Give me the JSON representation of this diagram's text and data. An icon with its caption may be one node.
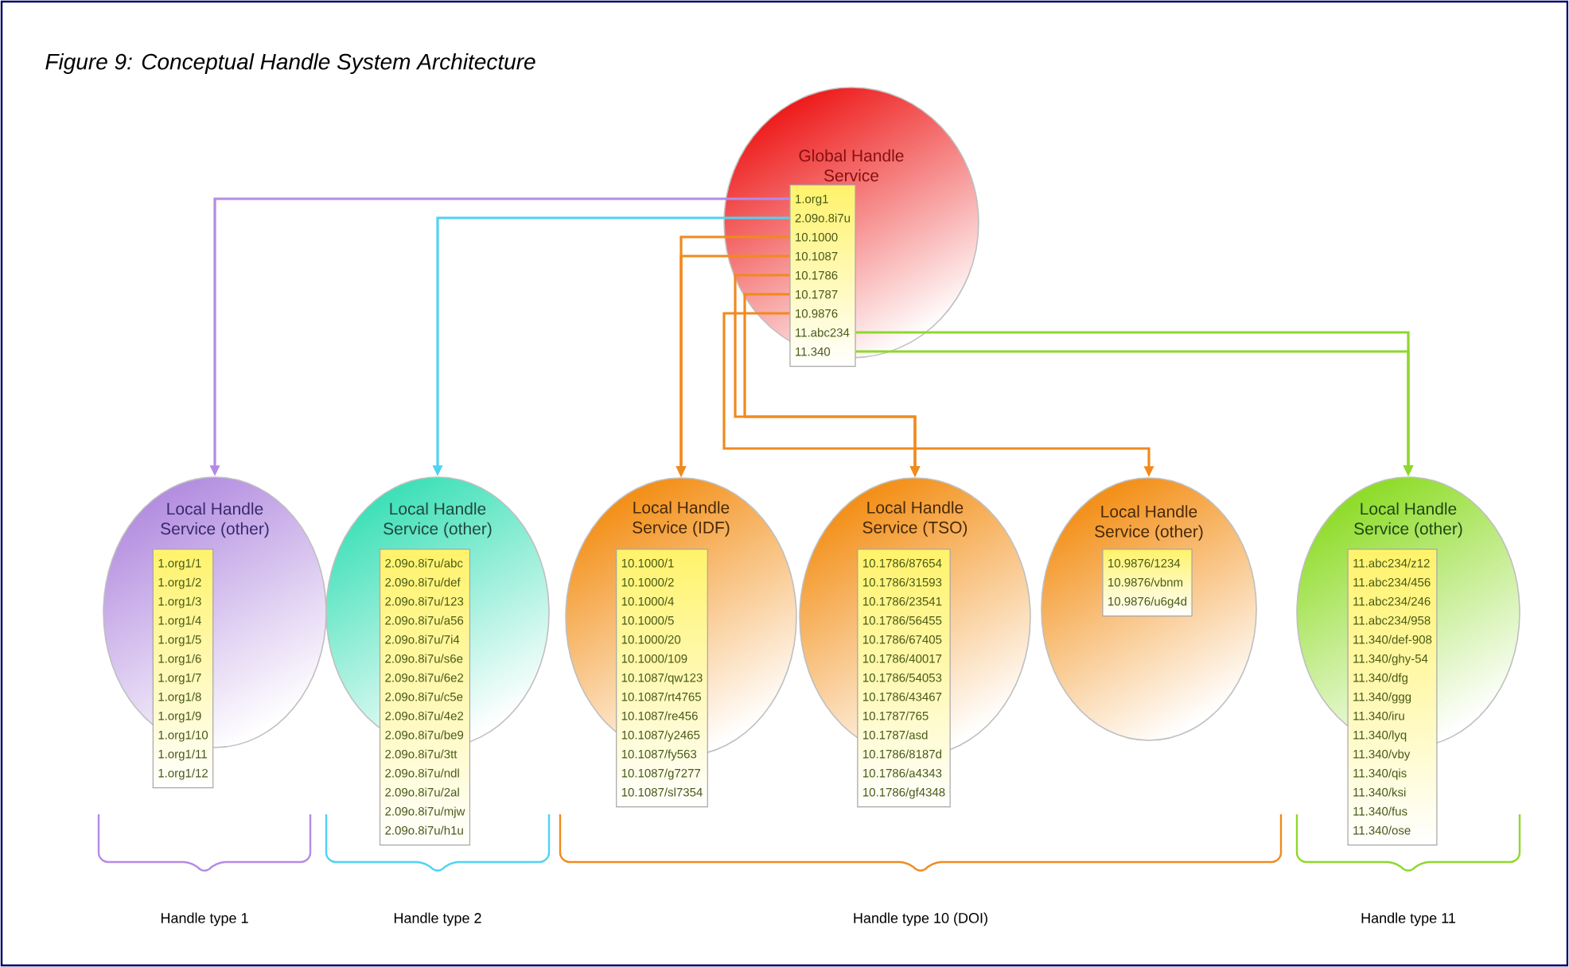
{
  "diagram": {
    "title": "Figure 9: Conceptual Handle System Architecture",
    "nodes": [
      {
        "text": [
          "Global Handle Service"
        ]
      },
      {
        "text": [
          "1.org1",
          "2.09o.8i7u",
          "10.1000",
          "10.1087",
          "10.1786",
          "10.1787",
          "10.9876",
          "11.abc234",
          "11.340"
        ],
        "in": 0
      },
      {
        "text": [
          "Local Handle Service (other)"
        ]
      },
      {
        "text": [
          "1.org1/1",
          "1.org1/2",
          "1.org1/3",
          "1.org1/4",
          "1.org1/5",
          "1.org1/6",
          "1.org1/7",
          "1.org1/8",
          "1.org1/9",
          "1.org1/10",
          "1.org1/11",
          "1.org1/12"
        ]
      },
      {
        "text": [
          "Local Handle Service (other)"
        ]
      },
      {
        "text": [
          "2.09o.8i7u/abc",
          "2.09o.8i7u/def",
          "2.09o.8i7u/123",
          "2.09o.8i7u/a56",
          "2.09o.8i7u/7i4",
          "2.09o.8i7u/s6e",
          "2.09o.8i7u/6e2",
          "2.09o.8i7u/c5e",
          "2.09o.8i7u/4e2",
          "2.09o.8i7u/be9",
          "2.09o.8i7u/3tt",
          "2.09o.8i7u/ndl",
          "2.09o.8i7u/2al",
          "2.09o.8i7u/mjw",
          "2.09o.8i7u/h1u"
        ]
      },
      {
        "text": [
          "Local Handle Service (IDF)"
        ]
      },
      {
        "text": [
          "10.1000/1",
          "10.1000/2",
          "10.1000/4",
          "10.1000/5",
          "10.1000/20",
          "10.1000/109",
          "10.1087/qw123",
          "10.1087/rt4765",
          "10.1087/re456",
          "10.1087/y2465",
          "10.1087/fy563",
          "10.1087/g7277",
          "10.1087/sl7354"
        ]
      },
      {
        "text": [
          "Local Handle Service (TSO)"
        ]
      },
      {
        "text": [
          "10.1786/87654",
          "10.1786/31593",
          "10.1786/23541",
          "10.1786/56455",
          "10.1786/67405",
          "10.1786/40017",
          "10.1786/54053",
          "10.1786/43467",
          "10.1787/765",
          "10.1787/asd",
          "10.1786/8187d",
          "10.1786/a4343",
          "10.1786/gf4348"
        ]
      },
      {
        "text": [
          "Local Handle Service (other)"
        ]
      },
      {
        "text": [
          "10.9876/1234",
          "10.9876/vbnm",
          "10.9876/u6g4d"
        ],
        "in": 10
      },
      {
        "text": [
          "Local Handle Service (other)"
        ]
      },
      {
        "text": [
          "11.abc234/z12",
          "11.abc234/456",
          "11.abc234/246",
          "11.abc234/958",
          "11.340/def-908",
          "11.340/ghy-54",
          "11.340/dfg",
          "11.340/ggg",
          "11.340/iru",
          "11.340/lyq",
          "11.340/vby",
          "11.340/qis",
          "11.340/ksi",
          "11.340/fus",
          "11.340/ose"
        ]
      }
    ],
    "edges": [
      {
        "from": 1,
        "to": 2,
        "arrow": "to",
        "color": "#b58ae6"
      },
      {
        "from": 1,
        "to": 4,
        "arrow": "to",
        "color": "#4fd3f2"
      },
      {
        "from": 1,
        "to": 6,
        "arrow": "to"
      },
      {
        "from": 1,
        "to": 6,
        "arrow": "to"
      },
      {
        "from": 1,
        "to": 8,
        "arrow": "to"
      },
      {
        "from": 1,
        "to": 8,
        "arrow": "to"
      },
      {
        "from": 1,
        "to": 10,
        "arrow": "to"
      },
      {
        "from": 1,
        "to": 12,
        "arrow": "to",
        "color": "#8ed82a"
      },
      {
        "from": 1,
        "to": 12,
        "arrow": "to",
        "color": "#8ed82a"
      }
    ],
    "labels": [
      "Handle type 1",
      "Handle type 2",
      "Handle type 10 (DOI)",
      "Handle type 11"
    ]
  }
}
